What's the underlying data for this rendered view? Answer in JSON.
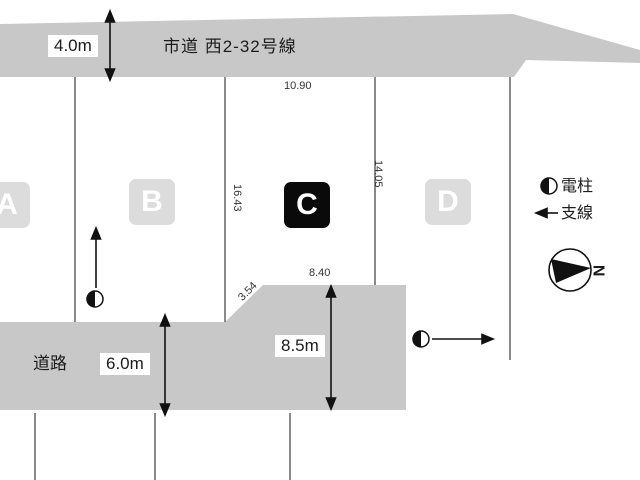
{
  "diagram": {
    "top_road": {
      "name": "市道 西2-32号線",
      "width": "4.0m"
    },
    "bottom_road": {
      "name": "道路",
      "width": "6.0m"
    },
    "plots": [
      {
        "label": "A",
        "highlighted": false
      },
      {
        "label": "B",
        "highlighted": false
      },
      {
        "label": "C",
        "highlighted": true
      },
      {
        "label": "D",
        "highlighted": false
      }
    ],
    "dimensions": {
      "c_top": "10.90",
      "c_left": "16.43",
      "c_right": "14.05",
      "c_diagonal": "3.54",
      "road_top": "8.40",
      "lower_width": "8.5m"
    },
    "legend": {
      "pole": "電柱",
      "guy_wire": "支線",
      "north": "N"
    },
    "colors": {
      "road_fill": "#c8c8c8",
      "plot_badge": "#dcdcdc",
      "highlight_badge": "#000000"
    }
  }
}
